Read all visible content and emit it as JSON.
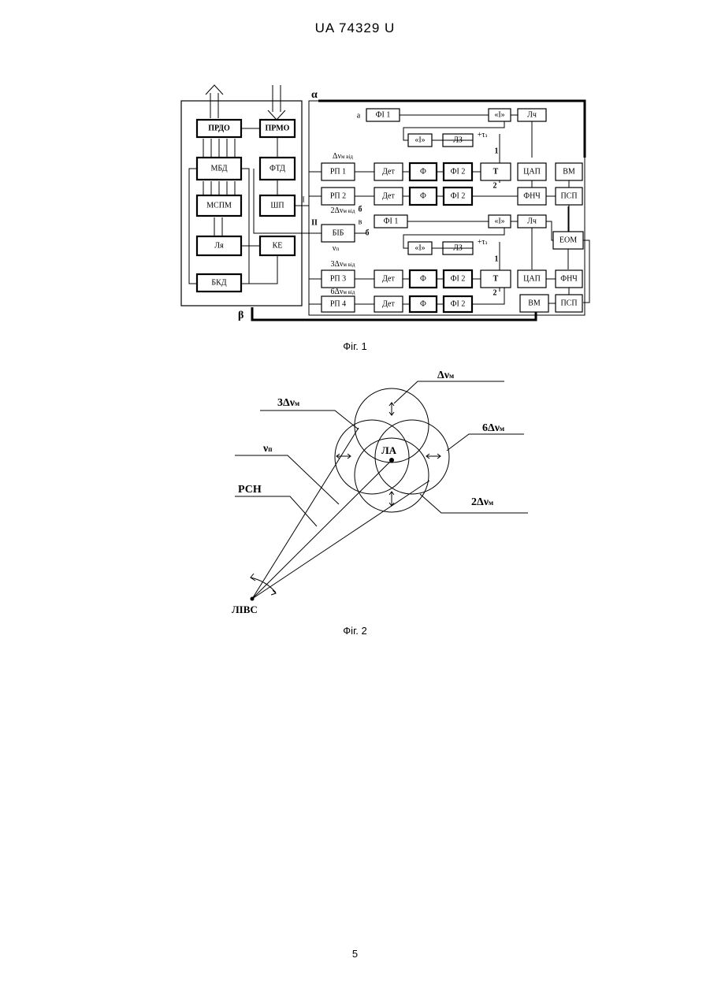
{
  "header": {
    "doc_id": "UA   74329   U"
  },
  "fig1": {
    "caption": "Фіг. 1",
    "blocks": {
      "prdo": "ПРДО",
      "prmo": "ПРМО",
      "mbd": "МБД",
      "ftd": "ФТД",
      "mspm": "МСПМ",
      "shp": "ШП",
      "lya": "Ля",
      "ke": "КЕ",
      "bkd": "БКД",
      "rp1": "РП 1",
      "rp2": "РП 2",
      "rp3": "РП 3",
      "rp4": "РП 4",
      "det": "Дет",
      "f": "Ф",
      "fi1": "ФІ 1",
      "fi2": "ФІ 2",
      "and_gate": "«І»",
      "lch": "Лч",
      "lz": "ЛЗ",
      "cap": "ЦАП",
      "fnch": "ФНЧ",
      "vm": "ВМ",
      "psp": "ПСП",
      "bib": "БІБ",
      "eom": "ЕОМ",
      "trigger": "Т"
    },
    "labels": {
      "alpha": "α",
      "beta": "β",
      "one": "1",
      "two": "2",
      "six": "б",
      "roman1": "I",
      "roman2": "II",
      "nu_p": "ν",
      "nu_p_sub": "п",
      "dnu1": "Δν",
      "dnu2": "2Δν",
      "dnu3": "3Δν",
      "dnu6": "6Δν",
      "sub_mvid": "м від",
      "a_in": "a",
      "b_in": "в",
      "tau": "+τ",
      "tau_sub": "з"
    }
  },
  "fig2": {
    "caption": "Фіг. 2",
    "labels": {
      "dnu": "Δν",
      "m_sub": "м",
      "dnu3": "3Δν",
      "dnu6": "6Δν",
      "dnu2": "2Δν",
      "nu": "ν",
      "p_sub": "п",
      "rsn": "РСН",
      "la": "ЛА",
      "livs": "ЛІВС"
    }
  },
  "footer": {
    "page_number": "5"
  }
}
